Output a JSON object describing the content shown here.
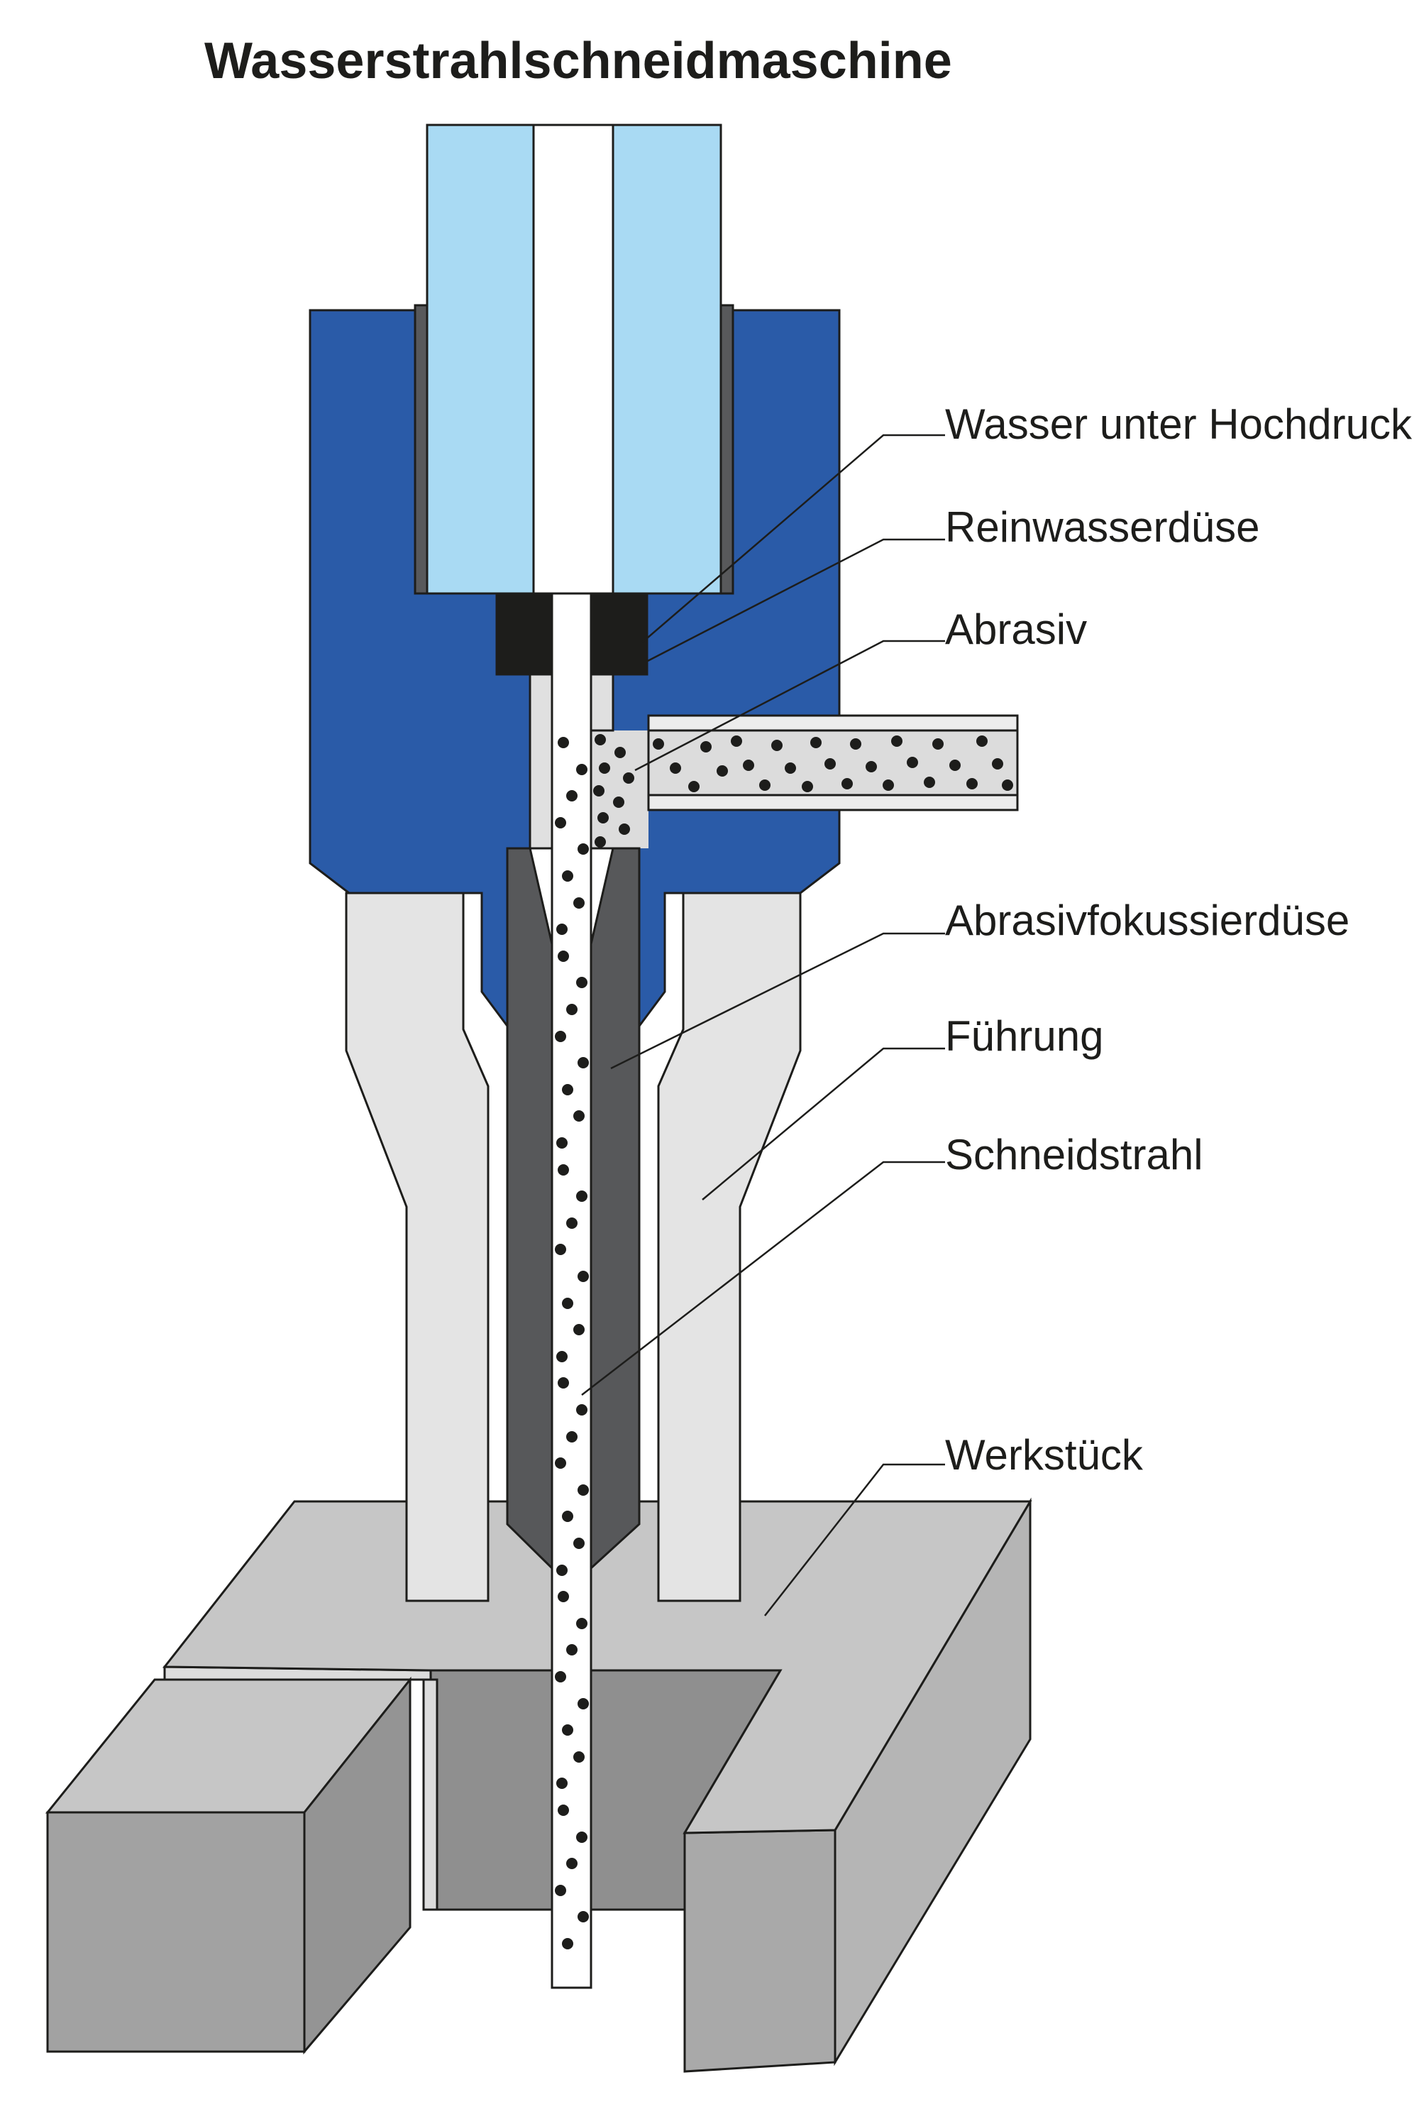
{
  "title": "Wasserstrahlschneidmaschine",
  "labels": [
    {
      "text": "Wasser unter Hochdruck"
    },
    {
      "text": "Reinwasserdüse"
    },
    {
      "text": "Abrasiv"
    },
    {
      "text": "Abrasivfokussierdüse"
    },
    {
      "text": "Führung"
    },
    {
      "text": "Schneidstrahl"
    },
    {
      "text": "Werkstück"
    }
  ],
  "colors": {
    "bg": "#ffffff",
    "line": "#1d1d1b",
    "body": "#2a5ba8",
    "water": "#a9daf3",
    "liner": "#58595b",
    "black_nozzle": "#1d1d1b",
    "wall": "#e0e0e0",
    "tube_band": "#ececec",
    "tube_main": "#dcdcdc",
    "guide": "#e4e4e4",
    "focus_nozzle": "#57585a",
    "jet": "#ffffff",
    "wp_top": "#c6c6c6",
    "wp_front": "#a2a2a2",
    "wp_front_right": "#a9a9a9",
    "wp_side": "#b5b5b5",
    "wp_piece_side": "#949494",
    "wp_slot": "#8f8f8f",
    "wp_step": "#dcdcdc"
  }
}
